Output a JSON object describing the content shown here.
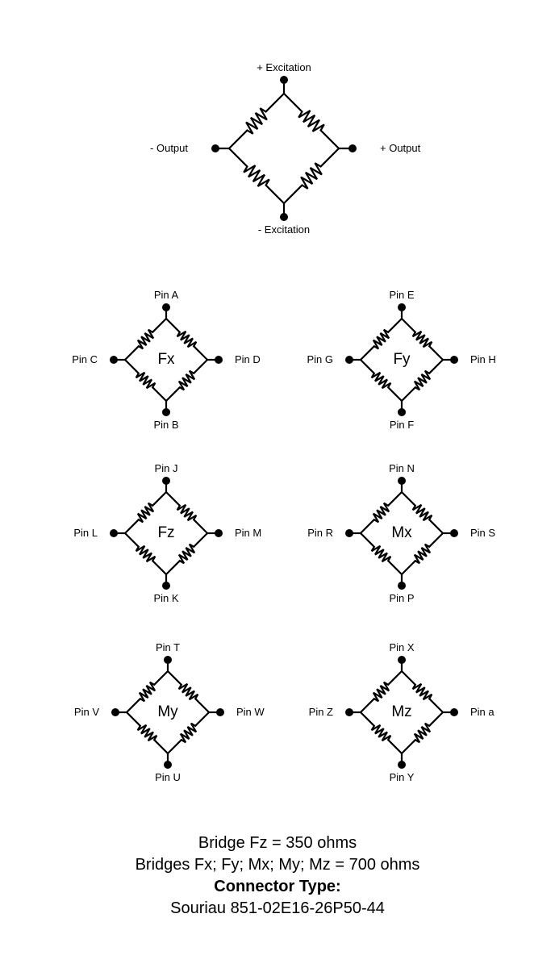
{
  "main_bridge": {
    "top": "+ Excitation",
    "bottom": "- Excitation",
    "left": "- Output",
    "right": "+ Output"
  },
  "bridges": [
    {
      "name": "Fx",
      "top": "Pin A",
      "bottom": "Pin B",
      "left": "Pin C",
      "right": "Pin D"
    },
    {
      "name": "Fy",
      "top": "Pin E",
      "bottom": "Pin F",
      "left": "Pin G",
      "right": "Pin H"
    },
    {
      "name": "Fz",
      "top": "Pin J",
      "bottom": "Pin K",
      "left": "Pin L",
      "right": "Pin M"
    },
    {
      "name": "Mx",
      "top": "Pin N",
      "bottom": "Pin P",
      "left": "Pin R",
      "right": "Pin S"
    },
    {
      "name": "My",
      "top": "Pin T",
      "bottom": "Pin U",
      "left": "Pin V",
      "right": "Pin W"
    },
    {
      "name": "Mz",
      "top": "Pin X",
      "bottom": "Pin Y",
      "left": "Pin Z",
      "right": "Pin a"
    }
  ],
  "notes": {
    "line1": "Bridge Fz = 350 ohms",
    "line2": "Bridges Fx; Fy; Mx; My; Mz = 700 ohms",
    "connector_heading": "Connector Type:",
    "connector_value": "Souriau 851-02E16-26P50-44"
  }
}
